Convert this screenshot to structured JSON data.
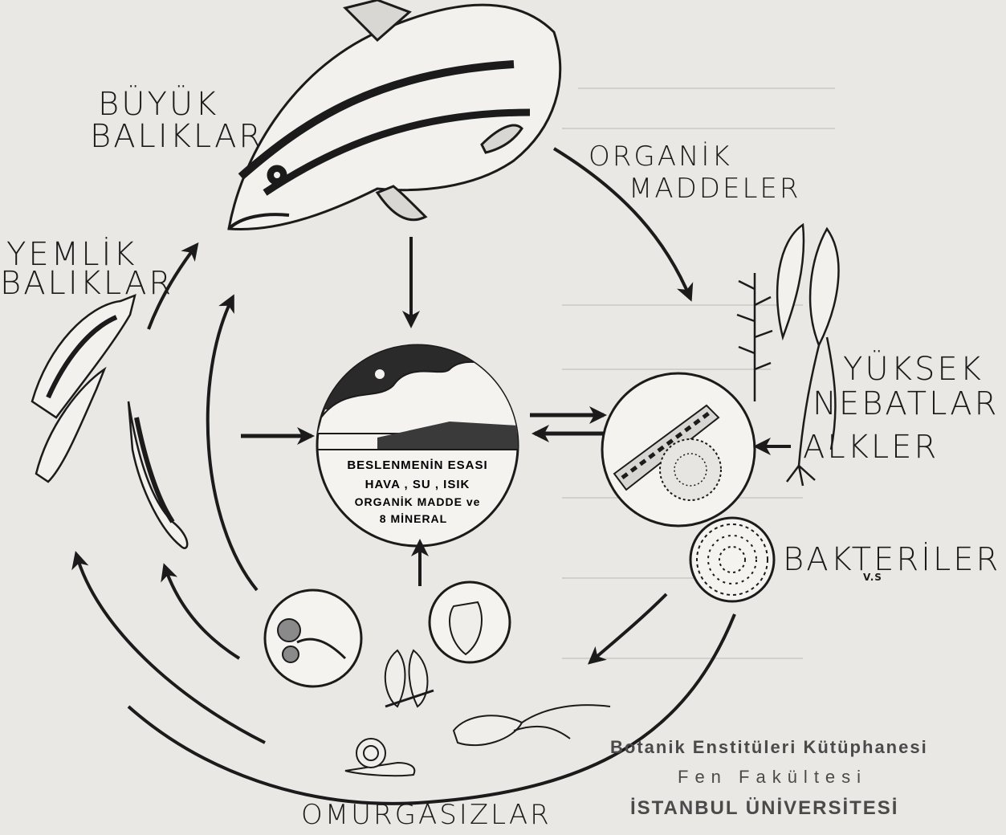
{
  "labels": {
    "big_fish": [
      "BÜYÜK",
      "BALIKLAR"
    ],
    "feed_fish": [
      "YEMLİK",
      "BALIKLAR"
    ],
    "organic_matter": [
      "ORGANİK",
      "MADDELER"
    ],
    "higher_plants": [
      "YÜKSEK",
      "NEBATLAR"
    ],
    "algae": "ALKLER",
    "bacteria": "BAKTERİLER",
    "bacteria_note": "V.S",
    "invertebrates": "OMURGASIZLAR"
  },
  "center": {
    "line1": "BESLENMENİN ESASI",
    "line2": "HAVA , SU , ISIK",
    "line3": "ORGANİK MADDE ve",
    "line4": "8 MİNERAL"
  },
  "stamp": {
    "line1": "Botanik Enstitüleri Kütüphanesi",
    "line2": "Fen Fakültesi",
    "line3": "İSTANBUL ÜNİVERSİTESİ"
  },
  "colors": {
    "paper": "#e9e8e4",
    "ink": "#1b1b1b",
    "stamp_ink": "#4a4a4a"
  }
}
